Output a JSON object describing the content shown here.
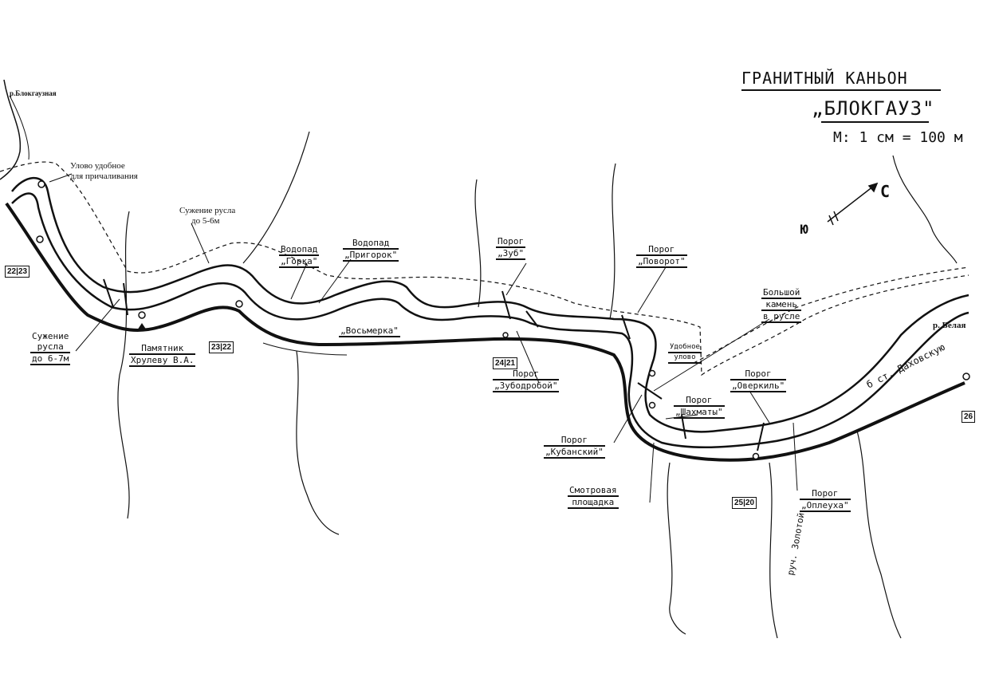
{
  "title": {
    "line1": "ГРАНИТНЫЙ КАНЬОН",
    "line2": "„БЛОКГАУЗ\"",
    "scale": "М: 1 см = 100 м"
  },
  "compass": {
    "north": "С",
    "south": "Ю"
  },
  "rivers": {
    "blokgauznaya": "р.Блокгаузная",
    "belaya": "р. Белая",
    "zolotoy": "руч. Золотой"
  },
  "serif_labels": {
    "ulovo_top": "Улово удобное",
    "ulovo_bottom": "для причаливания",
    "narrow_top": "Сужение русла",
    "narrow_bottom": "до 5-6м"
  },
  "hand_labels": {
    "narrow2": [
      "Сужение",
      "русла",
      "до 6-7м"
    ],
    "monument": [
      "Памятник",
      "Хрулеву В.А."
    ],
    "gorka": [
      "Водопад",
      "„Горка\""
    ],
    "prigorok": [
      "Водопад",
      "„Пригорок\""
    ],
    "vosmerka": [
      "„Восьмерка\""
    ],
    "zub": [
      "Порог",
      "„Зуб\""
    ],
    "povorot": [
      "Порог",
      "„Поворот\""
    ],
    "zubodroboy": [
      "Порог",
      "„Зубодробой\""
    ],
    "kamen": [
      "Большой",
      "камень",
      "в русле"
    ],
    "ulovo_right": [
      "Удобное",
      "улово"
    ],
    "overkil": [
      "Порог",
      "„Оверкиль\""
    ],
    "shakhmaty": [
      "Порог",
      "„Шахматы\""
    ],
    "kubansky": [
      "Порог",
      "„Кубанский\""
    ],
    "ploshchadka": [
      "Смотровая",
      "площадка"
    ],
    "opleukha": [
      "Порог",
      "„Оплеуха\""
    ],
    "dakhovskaya": "б ст. Даховскую"
  },
  "kilometer_markers": [
    {
      "a": "22",
      "b": "23"
    },
    {
      "a": "23",
      "b": "22"
    },
    {
      "a": "24",
      "b": "21"
    },
    {
      "a": "25",
      "b": "20"
    },
    {
      "a": "26",
      "b": ""
    }
  ]
}
